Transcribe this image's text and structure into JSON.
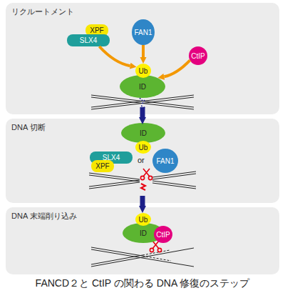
{
  "diagram": {
    "caption": "FANCD２と CtIP の関わる DNA 修復のステップ",
    "nodes": [
      {
        "text": [
          "リクルートメント"
        ]
      },
      {
        "text": [
          "XPF"
        ],
        "in": 0
      },
      {
        "text": [
          "SLX4"
        ],
        "in": 0
      },
      {
        "text": [
          "FAN1"
        ],
        "in": 0
      },
      {
        "text": [
          "CtIP"
        ],
        "in": 0
      },
      {
        "text": [
          "Ub"
        ],
        "in": 0
      },
      {
        "text": [
          "ID"
        ],
        "in": 0
      },
      {
        "text": [
          "DNA 切断"
        ]
      },
      {
        "text": [
          "ID"
        ],
        "in": 7
      },
      {
        "text": [
          "Ub"
        ],
        "in": 7
      },
      {
        "text": [
          "SLX4"
        ],
        "in": 7
      },
      {
        "text": [
          "XPF"
        ],
        "in": 7
      },
      {
        "text": [
          "FAN1"
        ],
        "in": 7
      },
      {
        "text": [
          "DNA 末端削り込み"
        ]
      },
      {
        "text": [
          "Ub"
        ],
        "in": 13
      },
      {
        "text": [
          "ID"
        ],
        "in": 13
      },
      {
        "text": [
          "CtIP"
        ],
        "in": 13
      }
    ],
    "edges": [
      {
        "from": 2,
        "to": 5,
        "arrow": "to"
      },
      {
        "from": 3,
        "to": 5,
        "arrow": "to"
      },
      {
        "from": 4,
        "to": 6,
        "arrow": "to"
      },
      {
        "from": 0,
        "to": 7,
        "arrow": "to"
      },
      {
        "from": 7,
        "to": 13,
        "arrow": "to"
      }
    ],
    "labels": [
      "or"
    ]
  }
}
